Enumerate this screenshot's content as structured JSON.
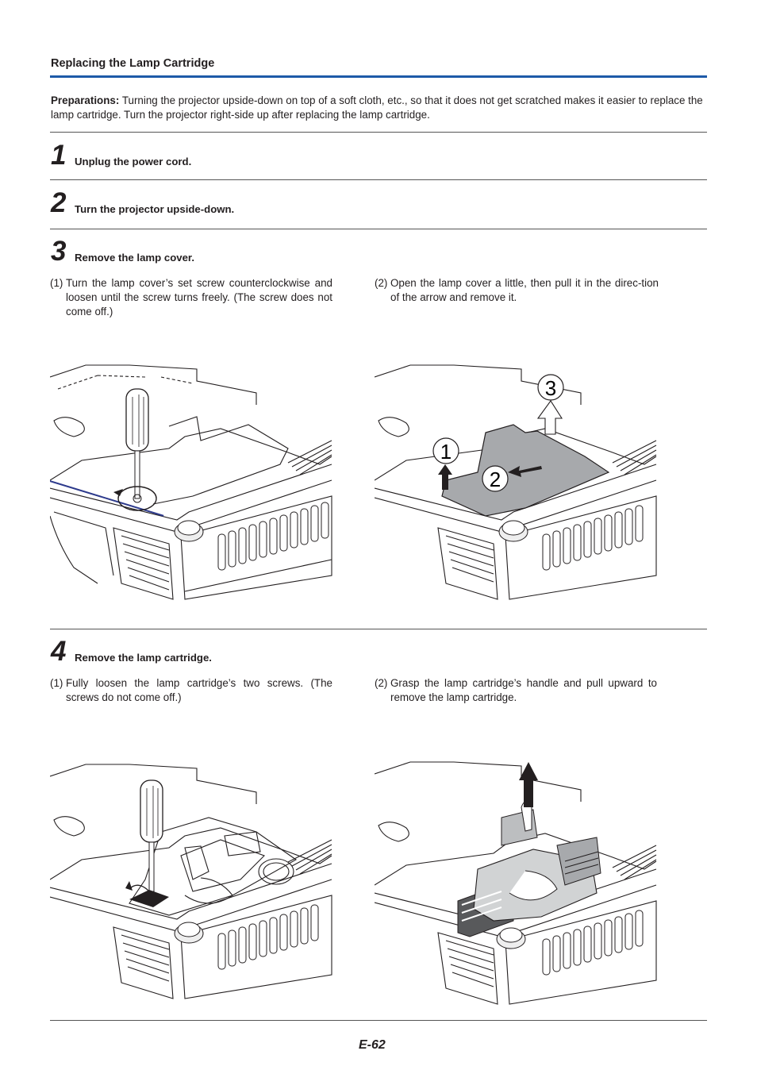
{
  "header": {
    "title": "Replacing the Lamp Cartridge"
  },
  "preparations": {
    "label": "Preparations:",
    "text": "Turning the projector upside-down on top of a soft cloth, etc., so that it does not get scratched makes it easier to replace the lamp cartridge. Turn the projector right-side up after replacing the lamp cartridge."
  },
  "steps": [
    {
      "number": "1",
      "title": "Unplug the power cord."
    },
    {
      "number": "2",
      "title": "Turn the projector upside-down."
    },
    {
      "number": "3",
      "title": "Remove the lamp cover.",
      "substeps": [
        {
          "label": "(1)",
          "text": "Turn the lamp cover’s set screw counterclockwise and loosen until the screw turns freely. (The screw does not come off.)"
        },
        {
          "label": "(2)",
          "text": "Open the lamp cover a little, then pull it in the direc-tion of the arrow and remove it."
        }
      ],
      "figure_callouts": [
        "1",
        "2",
        "3"
      ]
    },
    {
      "number": "4",
      "title": "Remove the lamp cartridge.",
      "substeps": [
        {
          "label": "(1)",
          "text": "Fully loosen the lamp cartridge’s two screws. (The screws do not come off.)"
        },
        {
          "label": "(2)",
          "text": "Grasp the lamp cartridge’s handle and pull upward to remove the lamp cartridge."
        }
      ]
    }
  ],
  "footer": {
    "page_number": "E-62"
  },
  "colors": {
    "accent_rule": "#1e5aa8",
    "text": "#231f20"
  }
}
